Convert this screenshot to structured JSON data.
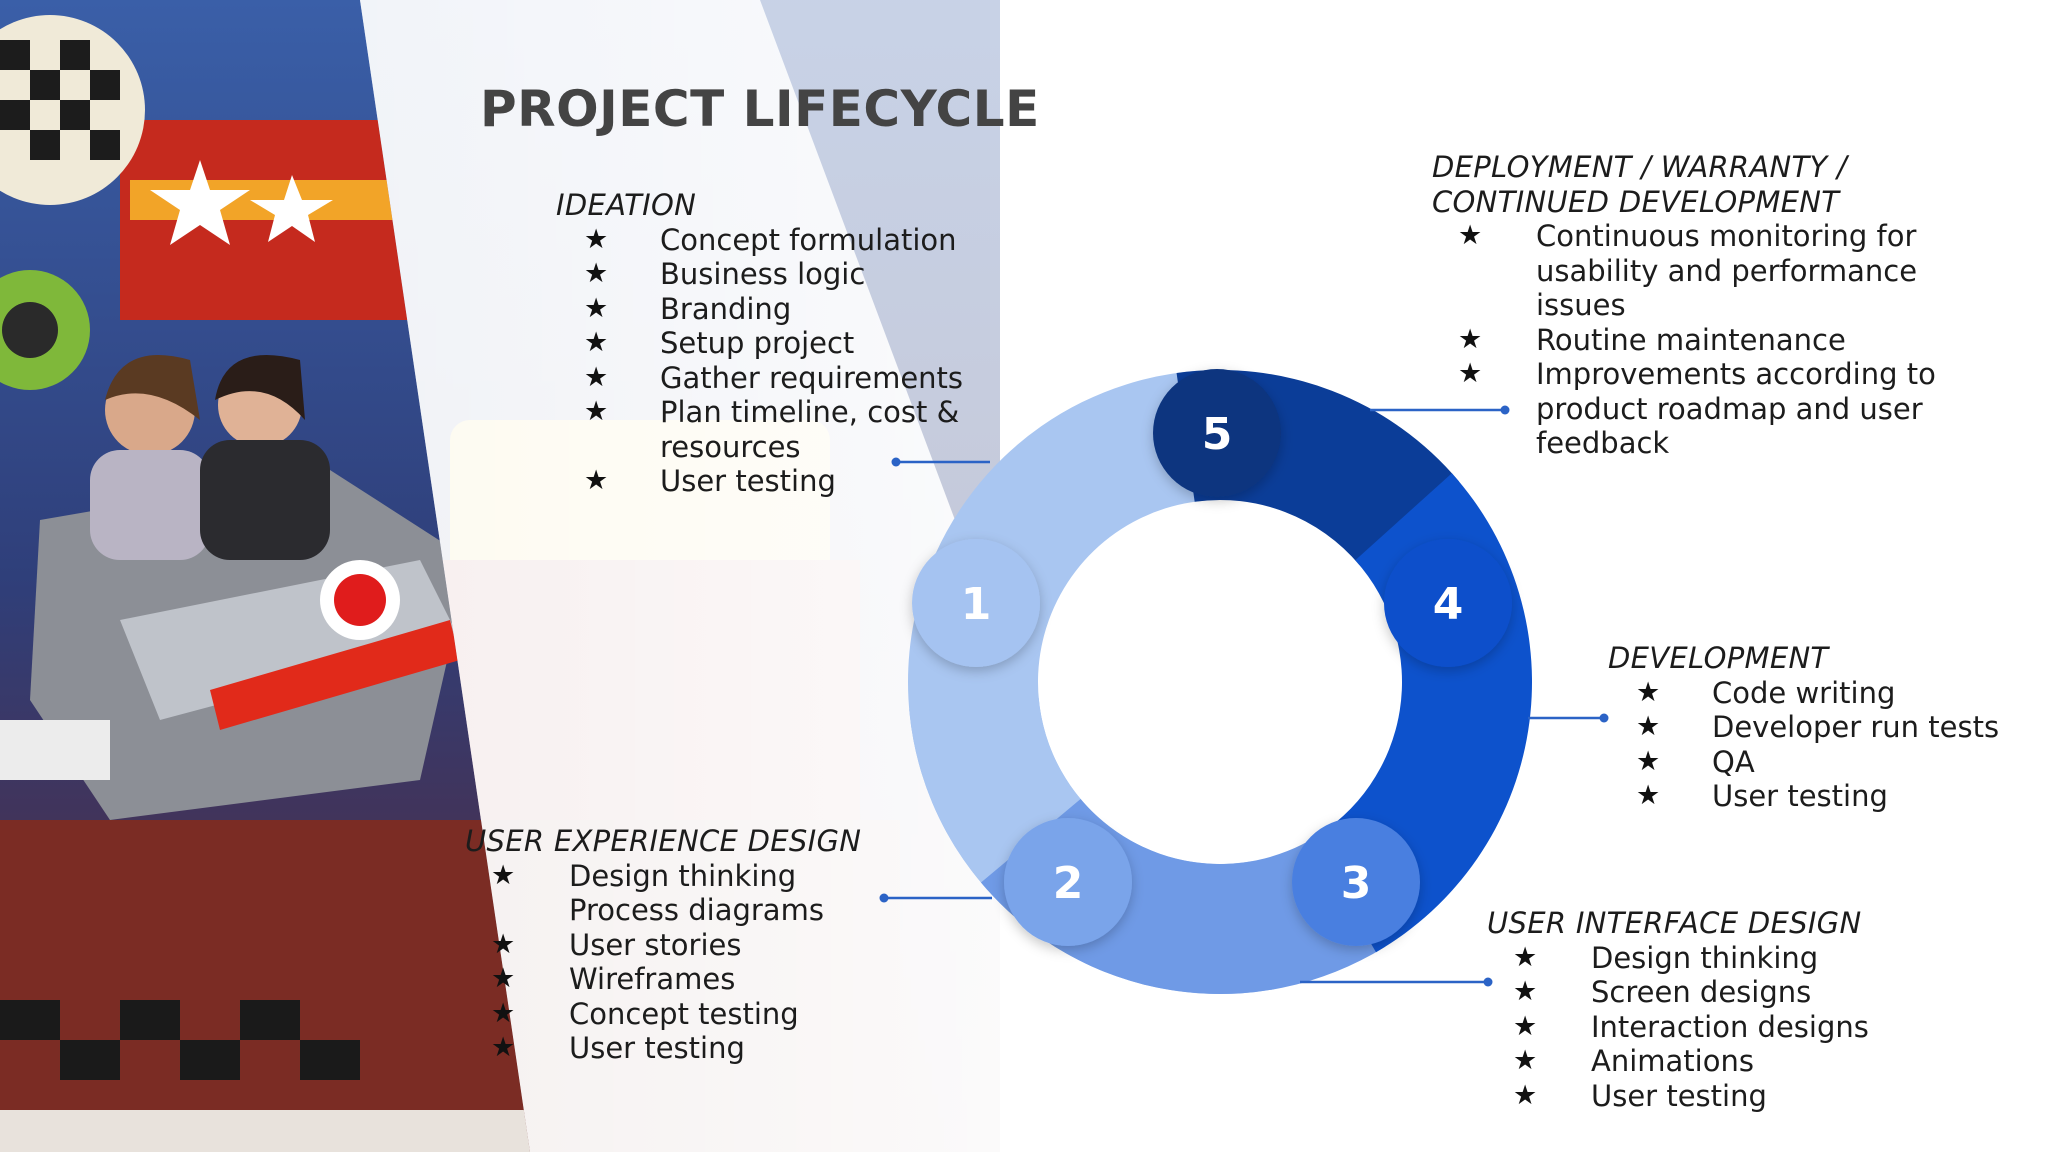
{
  "title": "PROJECT LIFECYCLE",
  "colors": {
    "ideation": "#a9c6f1",
    "ux": "#93b7ee",
    "ui": "#6f9ae6",
    "development": "#0d52cc",
    "deployment": "#0b3d98",
    "connector": "#2b63c6",
    "title": "#444444"
  },
  "stages": [
    {
      "number": "1",
      "heading": [
        "IDEATION"
      ],
      "items": [
        {
          "star": true,
          "text": [
            "Concept formulation"
          ]
        },
        {
          "star": true,
          "text": [
            "Business logic"
          ]
        },
        {
          "star": true,
          "text": [
            "Branding"
          ]
        },
        {
          "star": true,
          "text": [
            "Setup project"
          ]
        },
        {
          "star": true,
          "text": [
            "Gather requirements"
          ]
        },
        {
          "star": true,
          "text": [
            "Plan timeline, cost &",
            "resources"
          ]
        },
        {
          "star": true,
          "text": [
            "User testing"
          ]
        }
      ]
    },
    {
      "number": "2",
      "heading": [
        "USER EXPERIENCE DESIGN"
      ],
      "items": [
        {
          "star": true,
          "text": [
            "Design thinking"
          ]
        },
        {
          "star": false,
          "text": [
            "Process diagrams"
          ]
        },
        {
          "star": true,
          "text": [
            "User stories"
          ]
        },
        {
          "star": true,
          "text": [
            "Wireframes"
          ]
        },
        {
          "star": true,
          "text": [
            "Concept testing"
          ]
        },
        {
          "star": true,
          "text": [
            "User testing"
          ]
        }
      ]
    },
    {
      "number": "3",
      "heading": [
        "USER INTERFACE DESIGN"
      ],
      "items": [
        {
          "star": true,
          "text": [
            "Design thinking"
          ]
        },
        {
          "star": true,
          "text": [
            "Screen designs"
          ]
        },
        {
          "star": true,
          "text": [
            "Interaction designs"
          ]
        },
        {
          "star": true,
          "text": [
            "Animations"
          ]
        },
        {
          "star": true,
          "text": [
            "User testing"
          ]
        }
      ]
    },
    {
      "number": "4",
      "heading": [
        "DEVELOPMENT"
      ],
      "items": [
        {
          "star": true,
          "text": [
            "Code writing"
          ]
        },
        {
          "star": true,
          "text": [
            "Developer run tests"
          ]
        },
        {
          "star": true,
          "text": [
            "QA"
          ]
        },
        {
          "star": true,
          "text": [
            "User testing"
          ]
        }
      ]
    },
    {
      "number": "5",
      "heading": [
        "DEPLOYMENT / WARRANTY /",
        "CONTINUED DEVELOPMENT"
      ],
      "items": [
        {
          "star": true,
          "text": [
            "Continuous monitoring for",
            "usability and performance",
            "issues"
          ]
        },
        {
          "star": true,
          "text": [
            "Routine maintenance"
          ]
        },
        {
          "star": true,
          "text": [
            "Improvements according to",
            "product roadmap and user",
            "feedback"
          ]
        }
      ]
    }
  ]
}
